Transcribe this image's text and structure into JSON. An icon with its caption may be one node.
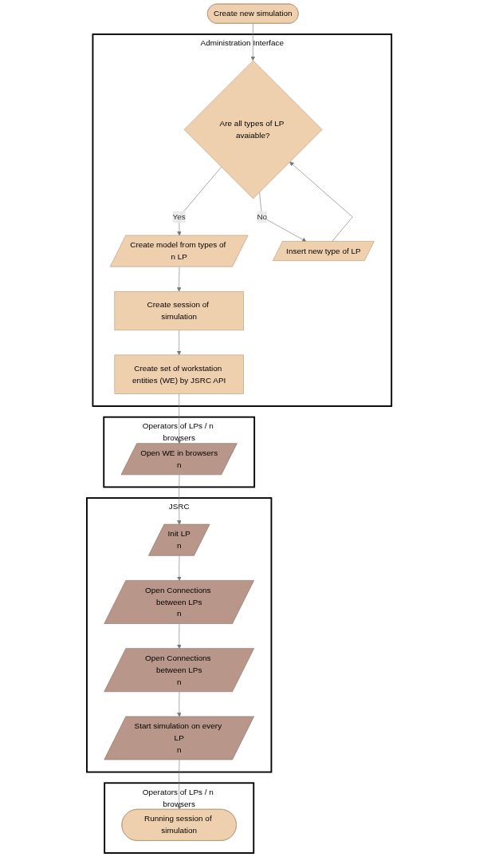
{
  "diagram": {
    "nodes": [
      {
        "text": [
          "Create new simulation"
        ]
      },
      {
        "text": [
          "Administration Interface"
        ]
      },
      {
        "text": [
          "Are all types of LP avaiable?"
        ],
        "in": 1
      },
      {
        "text": [
          "Create model from types of n LP"
        ],
        "in": 1
      },
      {
        "text": [
          "Create session of simulation"
        ],
        "in": 1
      },
      {
        "text": [
          "Insert new type of LP"
        ],
        "in": 1
      },
      {
        "text": [
          "Create set of workstation entities (WE) by JSRC API"
        ],
        "in": 1
      },
      {
        "text": [
          "Operators of LPs / n browsers"
        ]
      },
      {
        "text": [
          "Open WE in browsers",
          "n"
        ],
        "in": 7
      },
      {
        "text": [
          "JSRC"
        ]
      },
      {
        "text": [
          "Init LP",
          "n"
        ],
        "in": 9
      },
      {
        "text": [
          "Open Connections between LPs",
          "n"
        ],
        "in": 9
      },
      {
        "text": [
          "Open Connections between LPs",
          "n"
        ],
        "in": 9
      },
      {
        "text": [
          "Start simulation on every LP",
          "n"
        ],
        "in": 9
      },
      {
        "text": [
          "Operators of LPs / n browsers"
        ]
      },
      {
        "text": [
          "Running session of simulation"
        ],
        "in": 14
      }
    ],
    "edges": [
      {
        "from": 0,
        "to": 2,
        "arrow": "to"
      },
      {
        "from": 2,
        "to": 3,
        "label": "Yes",
        "arrow": "to"
      },
      {
        "from": 2,
        "to": 5,
        "label": "No",
        "arrow": "to"
      },
      {
        "from": 5,
        "to": 2,
        "arrow": "to"
      },
      {
        "from": 3,
        "to": 4,
        "arrow": "to"
      },
      {
        "from": 4,
        "to": 6,
        "arrow": "to"
      },
      {
        "from": 6,
        "to": 8,
        "arrow": "to"
      },
      {
        "from": 8,
        "to": 10,
        "arrow": "to"
      },
      {
        "from": 10,
        "to": 11,
        "arrow": "to"
      },
      {
        "from": 11,
        "to": 12,
        "arrow": "to"
      },
      {
        "from": 12,
        "to": 13,
        "arrow": "to"
      },
      {
        "from": 13,
        "to": 15,
        "arrow": "to"
      }
    ]
  }
}
